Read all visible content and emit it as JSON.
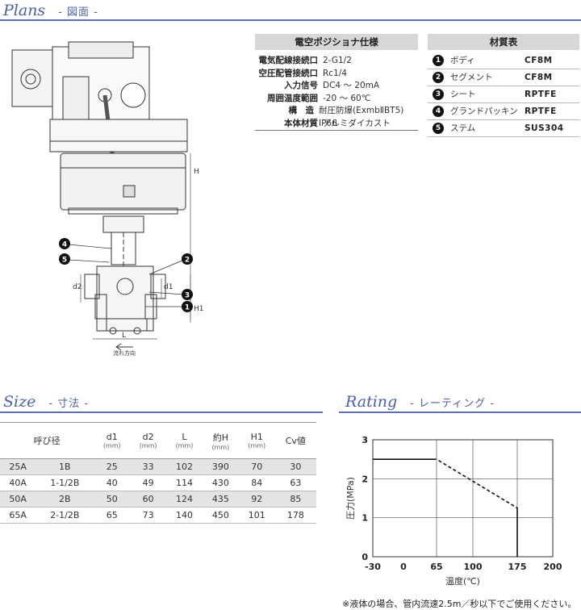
{
  "plans": {
    "title": "Plans",
    "subtitle": "- 図面 -"
  },
  "size": {
    "title": "Size",
    "subtitle": "- 寸法 -"
  },
  "rating": {
    "title": "Rating",
    "subtitle": "- レーティング -"
  },
  "drawing": {
    "callouts": [
      "4",
      "5",
      "2",
      "3",
      "1"
    ],
    "dims": {
      "H": "H",
      "H1": "H1",
      "L": "L",
      "d1": "d1",
      "d2": "d2"
    },
    "flow_label": "流れ方向"
  },
  "positioner": {
    "title": "電空ポジショナ仕様",
    "rows": [
      {
        "k": "電気配線接続口",
        "v": "2-G1/2"
      },
      {
        "k": "空圧配管接続口",
        "v": "Rc1/4"
      },
      {
        "k": "入力信号",
        "v": "DC4 〜 20mA"
      },
      {
        "k": "周囲温度範囲",
        "v": "-20 〜 60℃"
      },
      {
        "k": "構　造",
        "v": "耐圧防爆(ExmbⅡBT5) IP66"
      },
      {
        "k": "本体材質",
        "v": "アルミダイカスト"
      }
    ]
  },
  "materials": {
    "title": "材質表",
    "rows": [
      {
        "n": "1",
        "name": "ボディ",
        "mat": "CF8M"
      },
      {
        "n": "2",
        "name": "セグメント",
        "mat": "CF8M"
      },
      {
        "n": "3",
        "name": "シート",
        "mat": "RPTFE"
      },
      {
        "n": "4",
        "name": "グランドパッキン",
        "mat": "RPTFE"
      },
      {
        "n": "5",
        "name": "ステム",
        "mat": "SUS304"
      }
    ]
  },
  "size_table": {
    "headers": [
      {
        "label": "呼び径",
        "unit": ""
      },
      {
        "label": "d1",
        "unit": "(mm)"
      },
      {
        "label": "d2",
        "unit": "(mm)"
      },
      {
        "label": "L",
        "unit": "(mm)"
      },
      {
        "label": "約H",
        "unit": "(mm)"
      },
      {
        "label": "H1",
        "unit": "(mm)"
      },
      {
        "label": "Cv値",
        "unit": ""
      }
    ],
    "rows": [
      [
        "25A",
        "1B",
        "25",
        "33",
        "102",
        "390",
        "70",
        "30"
      ],
      [
        "40A",
        "1-1/2B",
        "40",
        "49",
        "114",
        "430",
        "84",
        "63"
      ],
      [
        "50A",
        "2B",
        "50",
        "60",
        "124",
        "435",
        "92",
        "85"
      ],
      [
        "65A",
        "2-1/2B",
        "65",
        "73",
        "140",
        "450",
        "101",
        "178"
      ]
    ]
  },
  "chart_data": {
    "type": "line",
    "title": "",
    "xlabel": "温度(℃)",
    "ylabel": "圧力(MPa)",
    "xlim": [
      -30,
      200
    ],
    "ylim": [
      0,
      3
    ],
    "xticks": [
      "-30",
      "0",
      "65",
      "100",
      "175",
      "200"
    ],
    "yticks": [
      "0",
      "1",
      "2",
      "3"
    ],
    "x": [
      -30,
      65,
      175,
      175
    ],
    "y": [
      2.5,
      2.5,
      1.25,
      0
    ],
    "grid": "vertical lines at 65 and 100, horizontal at 1, 2"
  },
  "footnote": "※液体の場合、管内流速2.5m／秒以下でご使用ください。"
}
